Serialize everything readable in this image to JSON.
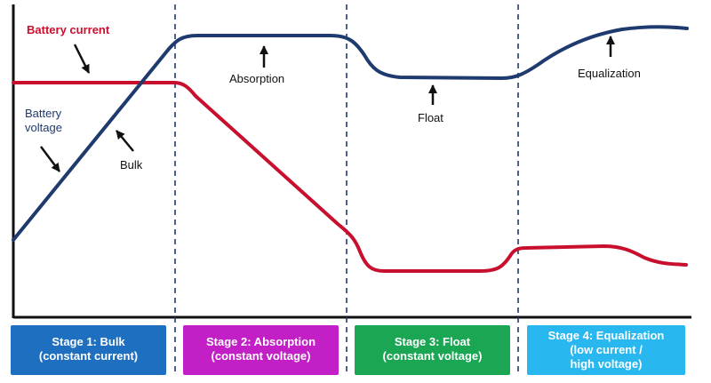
{
  "labels": {
    "battery_current": "Battery current",
    "battery_voltage_line1": "Battery",
    "battery_voltage_line2": "voltage",
    "bulk": "Bulk",
    "absorption": "Absorption",
    "float": "Float",
    "equalization": "Equalization"
  },
  "stages": [
    {
      "line1": "Stage 1:  Bulk",
      "line2": "(constant current)",
      "line3": "",
      "color": "#1f6fc0"
    },
    {
      "line1": "Stage 2:  Absorption",
      "line2": "(constant voltage)",
      "line3": "",
      "color": "#c21fc7"
    },
    {
      "line1": "Stage 3:  Float",
      "line2": "(constant voltage)",
      "line3": "",
      "color": "#1aa653"
    },
    {
      "line1": "Stage 4: Equalization",
      "line2": "(low current /",
      "line3": "high voltage)",
      "color": "#28b7ee"
    }
  ],
  "colors": {
    "current_line": "#c8102e",
    "voltage_line": "#1f3a6e",
    "axis": "#111111",
    "divider": "#1f3a6e"
  },
  "icons": {
    "arrow": "arrow-icon"
  }
}
